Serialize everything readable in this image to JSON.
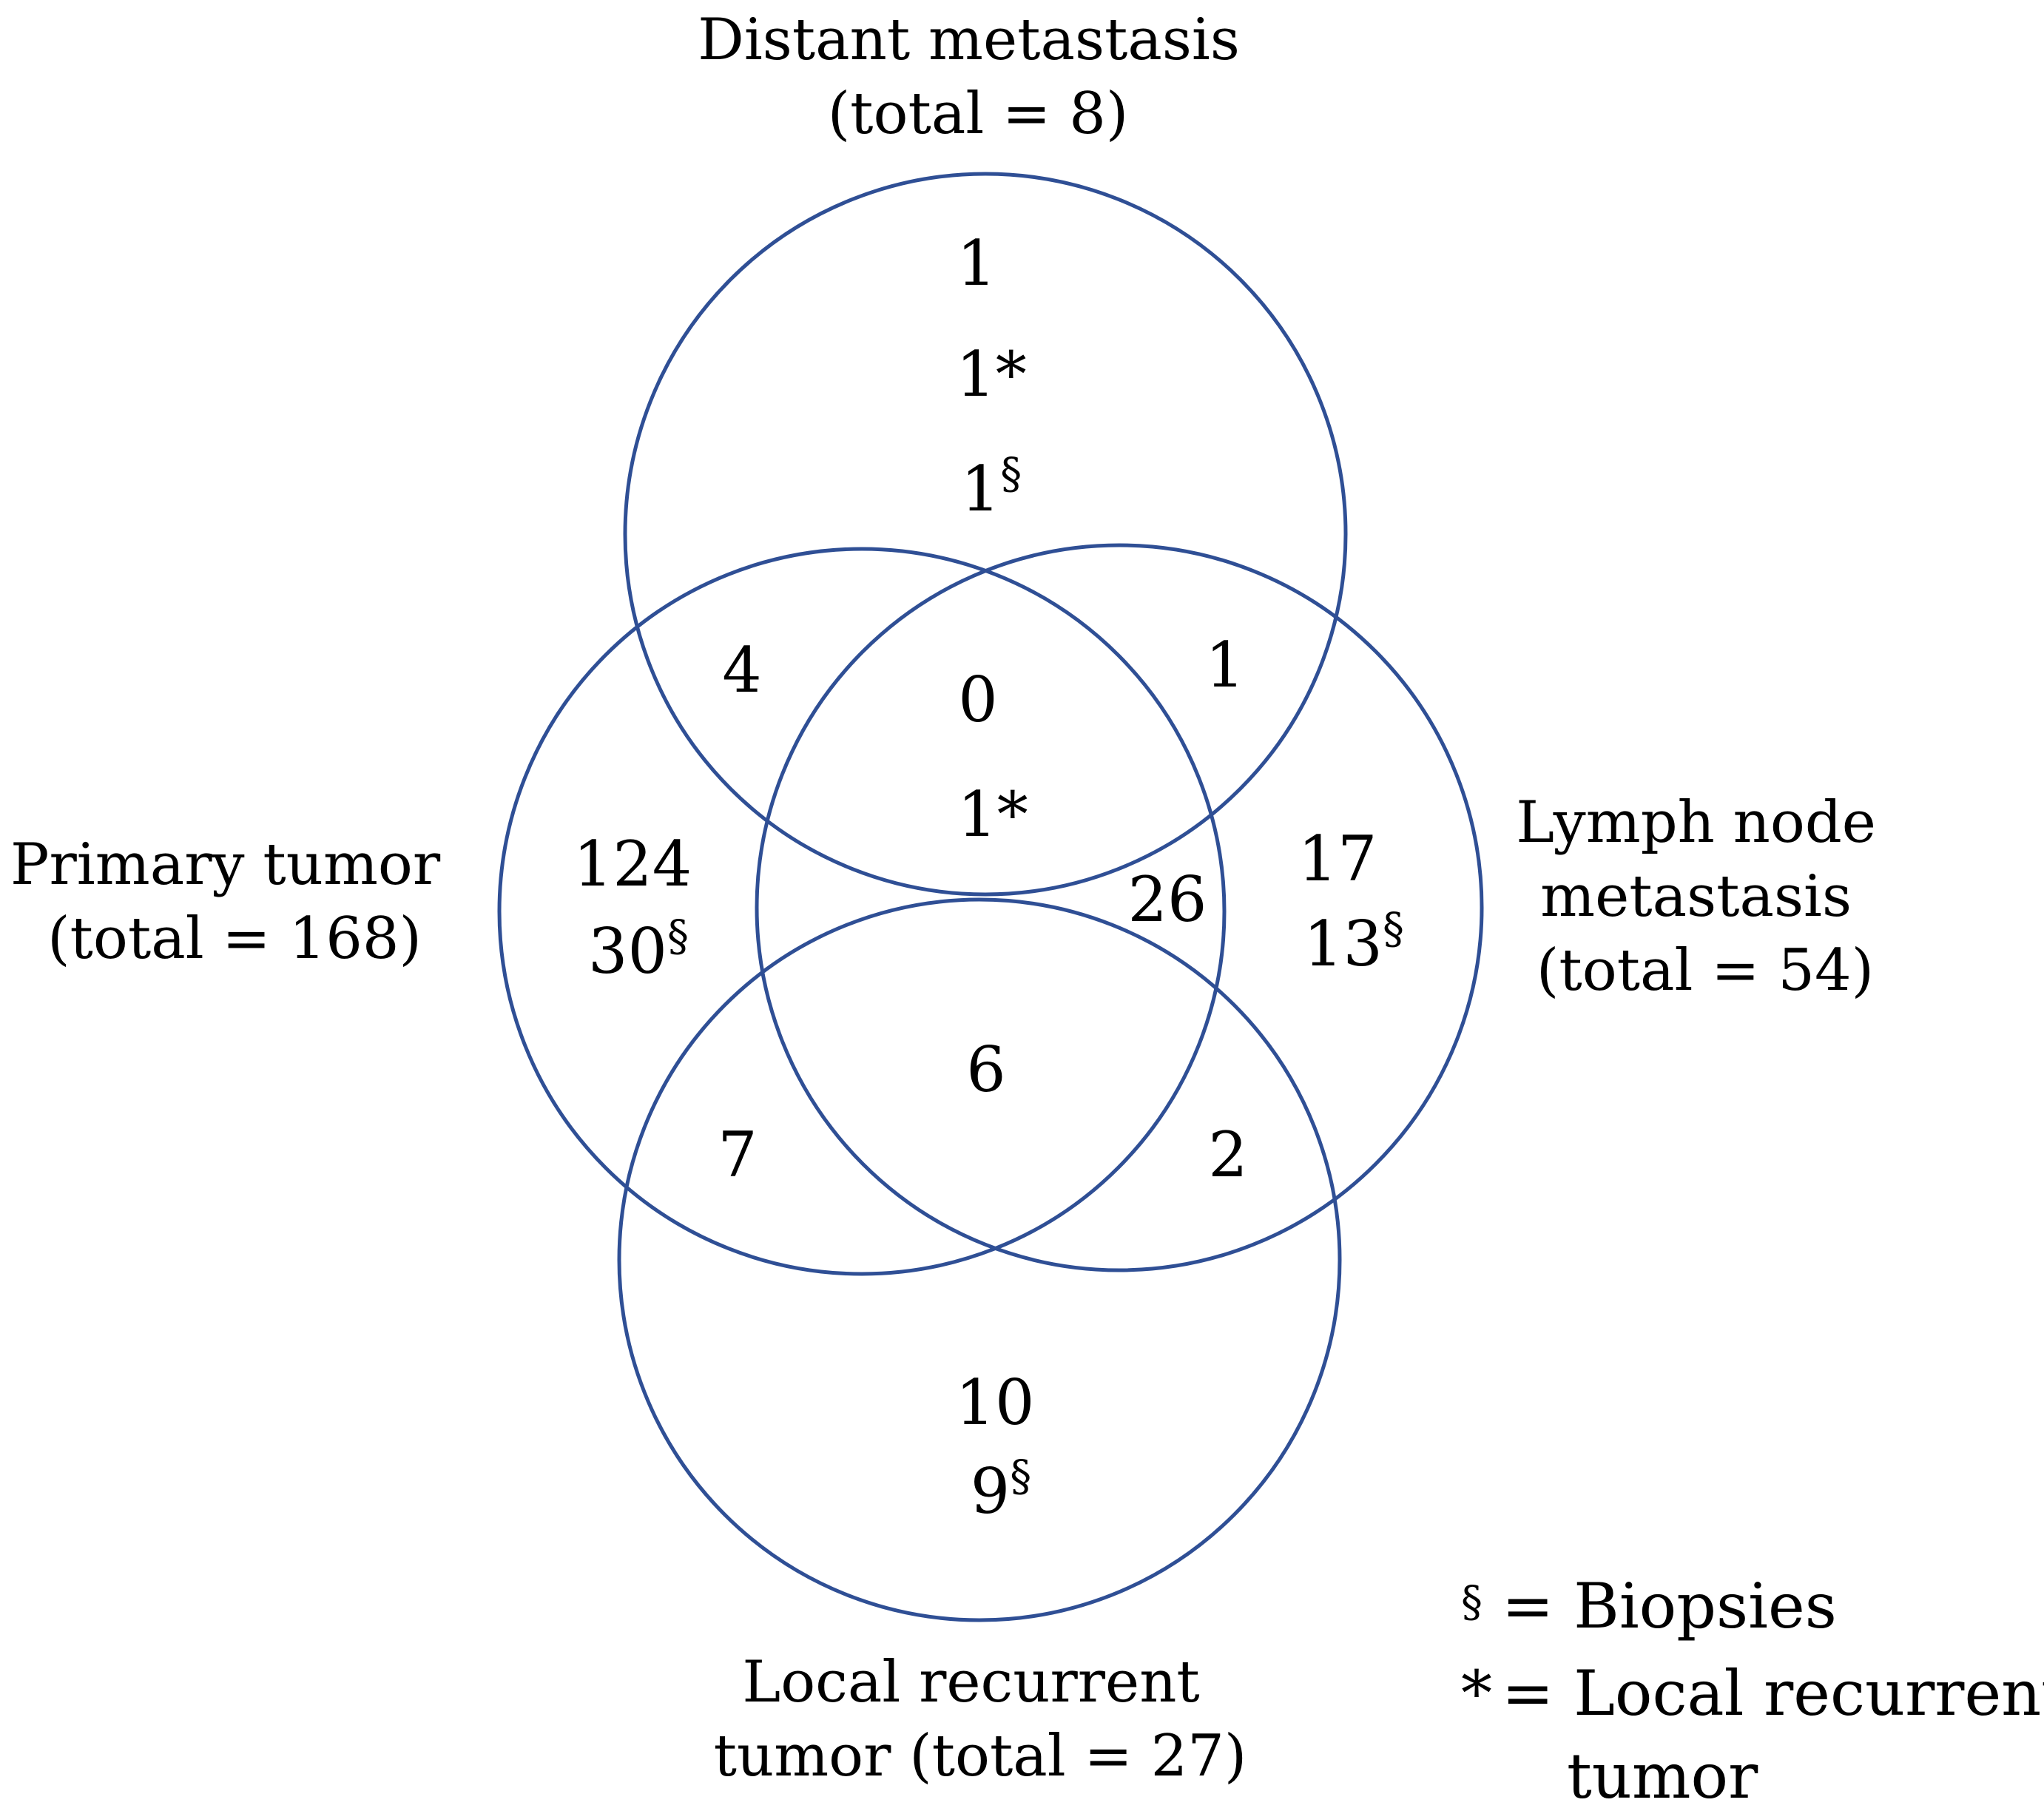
{
  "diagram": {
    "circle_color": "#2f4f95",
    "sets": {
      "distant": {
        "label_line1": "Distant metastasis",
        "label_line2": "(total = 8)"
      },
      "primary": {
        "label_line1": "Primary tumor",
        "label_line2": "(total = 168)"
      },
      "lymph": {
        "label_line1": "Lymph node",
        "label_line2": "metastasis",
        "label_line3": "(total = 54)"
      },
      "local": {
        "label_line1": "Local recurrent",
        "label_line2": "tumor (total = 27)"
      }
    },
    "regions": {
      "distant_only": {
        "v1": "1",
        "v2": "1*",
        "v3": "1",
        "v3_mark": "§"
      },
      "distant_primary": "4",
      "distant_lymph": "1",
      "distant_primary_lymph": {
        "v1": "0",
        "v2": "1*"
      },
      "primary_only": {
        "v1": "124",
        "v2": "30",
        "v2_mark": "§"
      },
      "lymph_only": {
        "v1": "17",
        "v2": "13",
        "v2_mark": "§"
      },
      "primary_lymph": "26",
      "primary_lymph_local": "6",
      "primary_local": "7",
      "lymph_local": "2",
      "local_only": {
        "v1": "10",
        "v2": "9",
        "v2_mark": "§"
      }
    },
    "legend": {
      "biopsy_symbol": "§",
      "biopsy_text": "= Biopsies",
      "local_symbol": "*",
      "local_text_line1": "= Local recurrent",
      "local_text_line2": "tumor"
    }
  }
}
